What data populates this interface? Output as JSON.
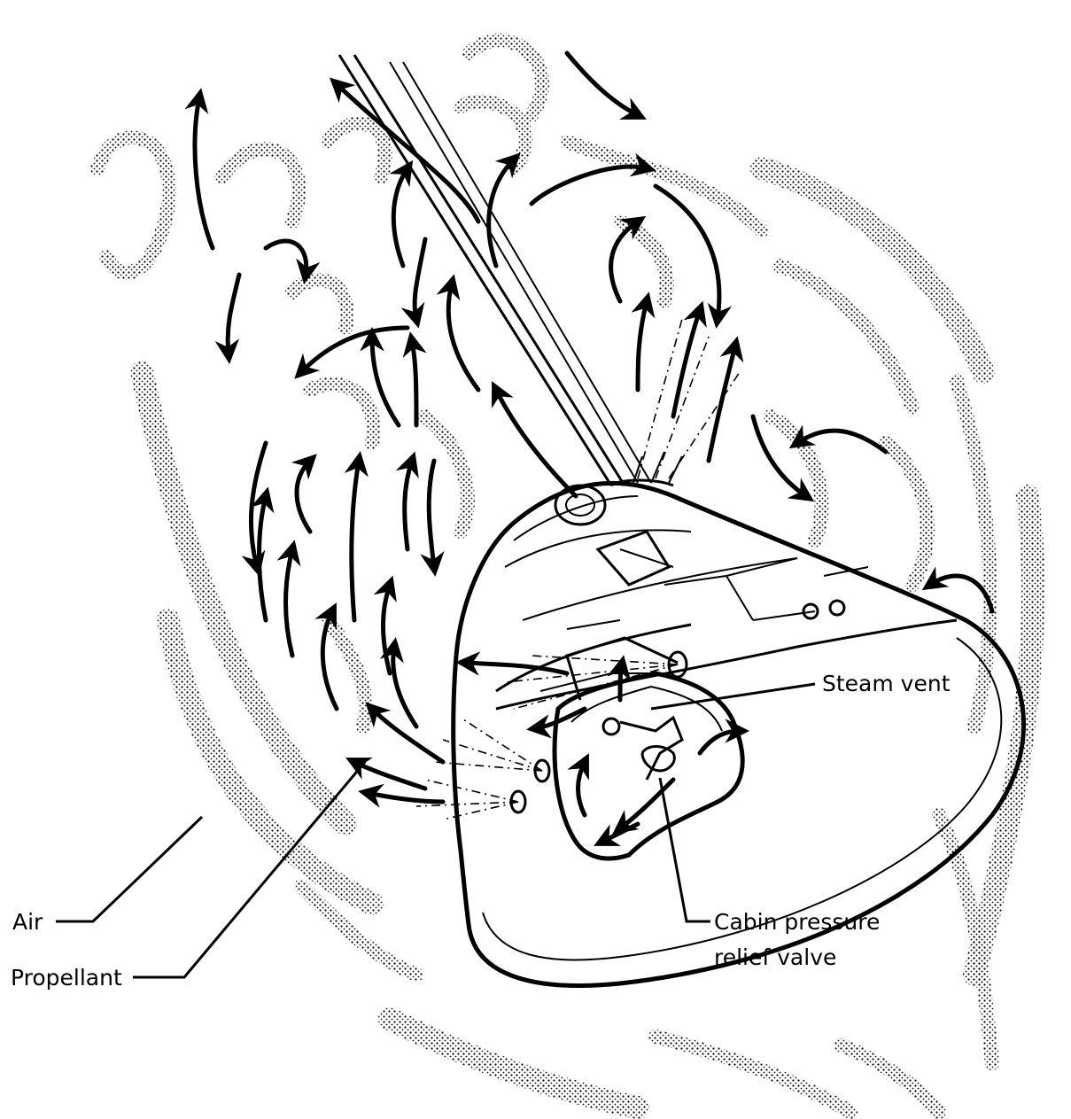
{
  "labels": {
    "steam_vent": "Steam vent",
    "cabin_pressure_line1": "Cabin pressure",
    "cabin_pressure_line2": "relief valve",
    "air": "Air",
    "propellant": "Propellant"
  }
}
